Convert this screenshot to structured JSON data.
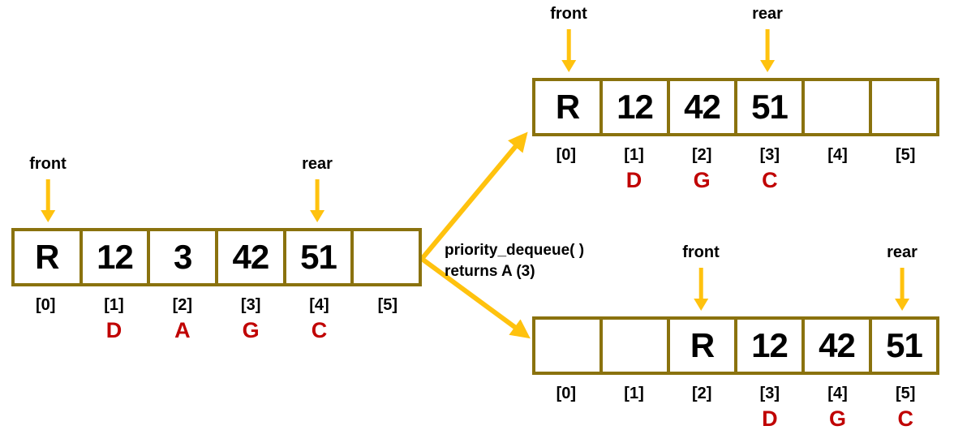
{
  "colors": {
    "border": "#8a720e",
    "arrow": "#ffc20e",
    "letter": "#c00000"
  },
  "transition": {
    "function_call": "priority_dequeue( )",
    "result": "returns A (3)"
  },
  "arrays": [
    {
      "name": "initial-queue",
      "front": {
        "label": "front",
        "cell_index": 0
      },
      "rear": {
        "label": "rear",
        "cell_index": 4
      },
      "cells": [
        "R",
        "12",
        "3",
        "42",
        "51",
        ""
      ],
      "indices": [
        "[0]",
        "[1]",
        "[2]",
        "[3]",
        "[4]",
        "[5]"
      ],
      "letters": [
        "",
        "D",
        "A",
        "G",
        "C",
        ""
      ]
    },
    {
      "name": "after-dequeue-shifted",
      "front": {
        "label": "front",
        "cell_index": 0
      },
      "rear": {
        "label": "rear",
        "cell_index": 3
      },
      "cells": [
        "R",
        "12",
        "42",
        "51",
        "",
        ""
      ],
      "indices": [
        "[0]",
        "[1]",
        "[2]",
        "[3]",
        "[4]",
        "[5]"
      ],
      "letters": [
        "",
        "D",
        "G",
        "C",
        "",
        ""
      ]
    },
    {
      "name": "after-dequeue-moved",
      "front": {
        "label": "front",
        "cell_index": 2
      },
      "rear": {
        "label": "rear",
        "cell_index": 5
      },
      "cells": [
        "",
        "",
        "R",
        "12",
        "42",
        "51"
      ],
      "indices": [
        "[0]",
        "[1]",
        "[2]",
        "[3]",
        "[4]",
        "[5]"
      ],
      "letters": [
        "",
        "",
        "",
        "D",
        "G",
        "C"
      ]
    }
  ]
}
